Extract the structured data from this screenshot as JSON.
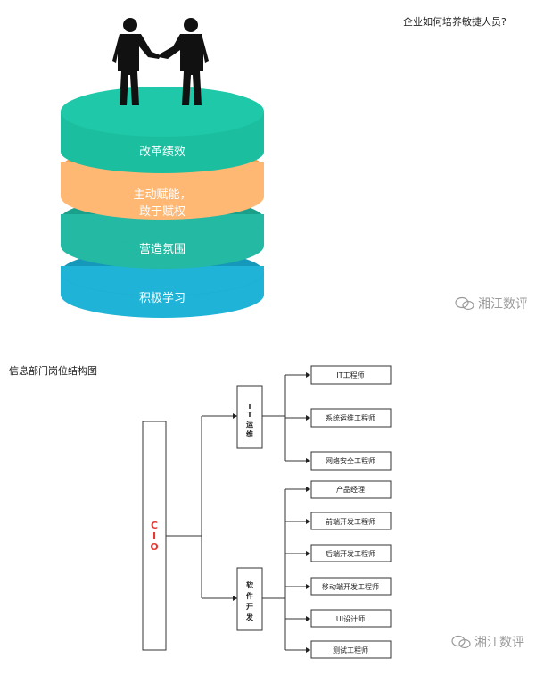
{
  "top_title": "企业如何培养敏捷人员?",
  "cylinder_layers": [
    {
      "id": "reform",
      "label": "改革绩效",
      "color": "#1bbf9f",
      "shadow": "#17a98c"
    },
    {
      "id": "empower_1",
      "label": "主动赋能，",
      "color": "#ffb774",
      "shadow": "#f39f4f"
    },
    {
      "id": "empower_2",
      "label": "敢于赋权"
    },
    {
      "id": "atmosphere",
      "label": "营造氛围",
      "color": "#23b9a2",
      "shadow": "#1a9f8a"
    },
    {
      "id": "learning",
      "label": "积极学习",
      "color": "#1fb3d7",
      "shadow": "#1698ba"
    }
  ],
  "watermark_text": "湘江数评",
  "org_chart": {
    "title": "信息部门岗位结构图",
    "root": [
      "C",
      "I",
      "O"
    ],
    "groups": [
      {
        "label_chars": [
          "I",
          "T",
          "运",
          "维"
        ]
      },
      {
        "label_chars": [
          "软",
          "件",
          "开",
          "发"
        ]
      }
    ],
    "it_roles": [
      "IT工程师",
      "系统运维工程师",
      "网络安全工程师"
    ],
    "dev_roles": [
      "产品经理",
      "前端开发工程师",
      "后端开发工程师",
      "移动端开发工程师",
      "UI设计师",
      "测试工程师"
    ]
  }
}
